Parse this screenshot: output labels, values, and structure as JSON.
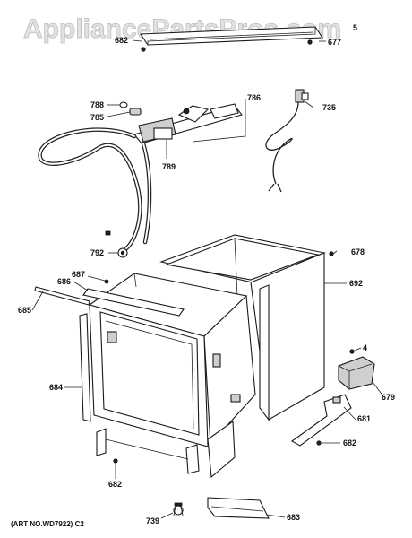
{
  "watermark": "AppliancePartsPros.com",
  "art_number": "(ART NO.WD7922) C2",
  "callouts": [
    {
      "id": "c5",
      "text": "5"
    },
    {
      "id": "c682a",
      "text": "682"
    },
    {
      "id": "c677",
      "text": "677"
    },
    {
      "id": "c788",
      "text": "788"
    },
    {
      "id": "c785",
      "text": "785"
    },
    {
      "id": "c786",
      "text": "786"
    },
    {
      "id": "c735",
      "text": "735"
    },
    {
      "id": "c789",
      "text": "789"
    },
    {
      "id": "c792",
      "text": "792"
    },
    {
      "id": "c678",
      "text": "678"
    },
    {
      "id": "c687",
      "text": "687"
    },
    {
      "id": "c686",
      "text": "686"
    },
    {
      "id": "c692",
      "text": "692"
    },
    {
      "id": "c685",
      "text": "685"
    },
    {
      "id": "c4",
      "text": "4"
    },
    {
      "id": "c684",
      "text": "684"
    },
    {
      "id": "c679",
      "text": "679"
    },
    {
      "id": "c681",
      "text": "681"
    },
    {
      "id": "c682b",
      "text": "682"
    },
    {
      "id": "c682c",
      "text": "682"
    },
    {
      "id": "c739",
      "text": "739"
    },
    {
      "id": "c683",
      "text": "683"
    }
  ]
}
